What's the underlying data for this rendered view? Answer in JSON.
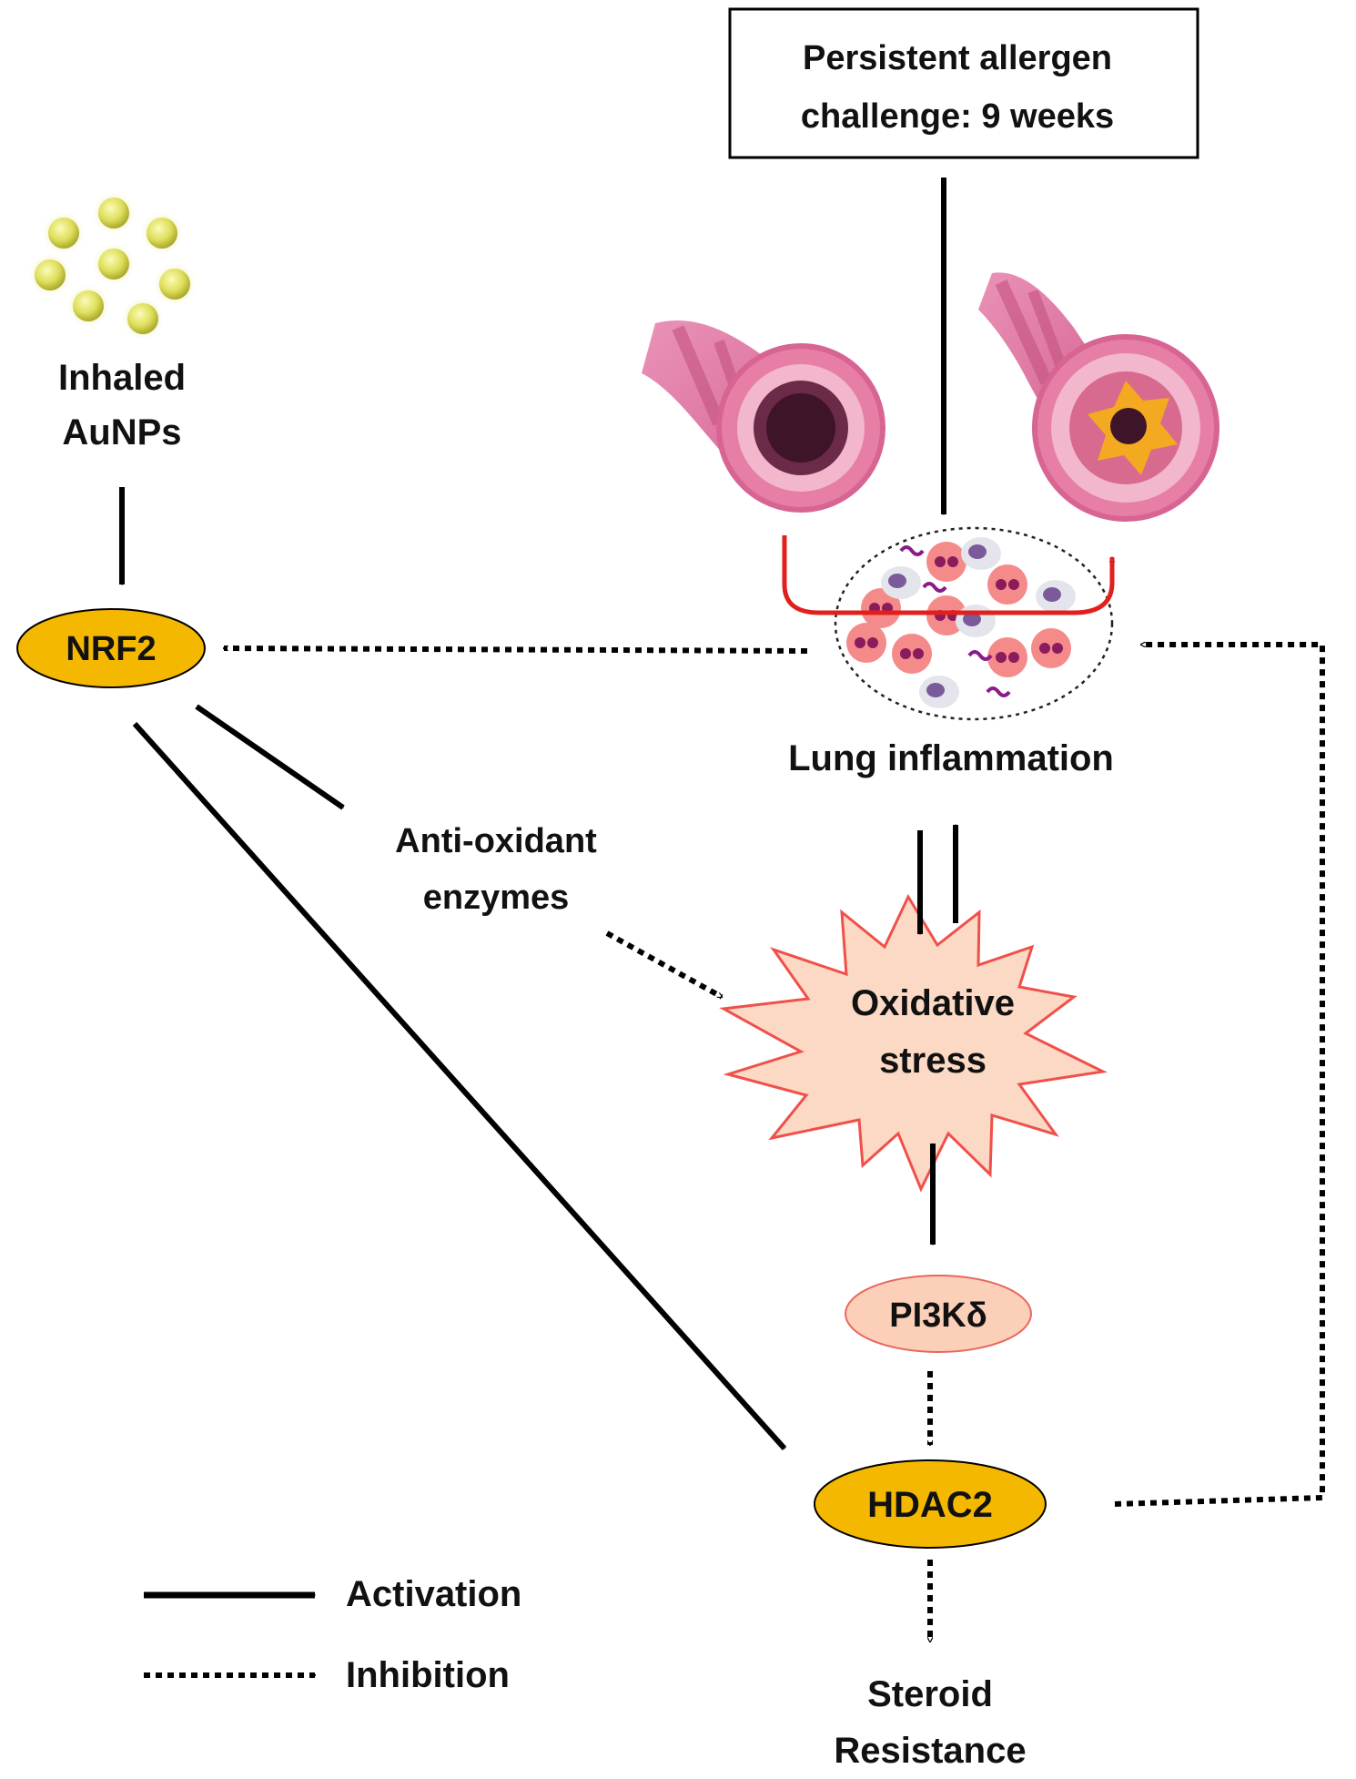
{
  "top_box": {
    "line1": "Persistent  allergen",
    "line2": "challenge: 9 weeks"
  },
  "aunps": {
    "line1": "Inhaled",
    "line2": "AuNPs"
  },
  "nodes": {
    "nrf2": "NRF2",
    "antioxidant_line1": "Anti-oxidant",
    "antioxidant_line2": "enzymes",
    "lung": "Lung inflammation",
    "oxidative_line1": "Oxidative",
    "oxidative_line2": "stress",
    "pi3k": "PI3Kδ",
    "hdac2": "HDAC2",
    "steroid_line1": "Steroid",
    "steroid_line2": "Resistance"
  },
  "legend": {
    "activation": "Activation",
    "inhibition": "Inhibition"
  },
  "colors": {
    "gold": "#f5b800",
    "salmon": "#fbcfb8",
    "star_fill": "#fcd9c4",
    "star_stroke": "#f0504a",
    "pi3k_stroke": "#e8675f",
    "red_arrow": "#e0201c",
    "airway_outer": "#e27aa2",
    "airway_inner": "#6b2a48",
    "nanoparticle": "#dede5a"
  }
}
